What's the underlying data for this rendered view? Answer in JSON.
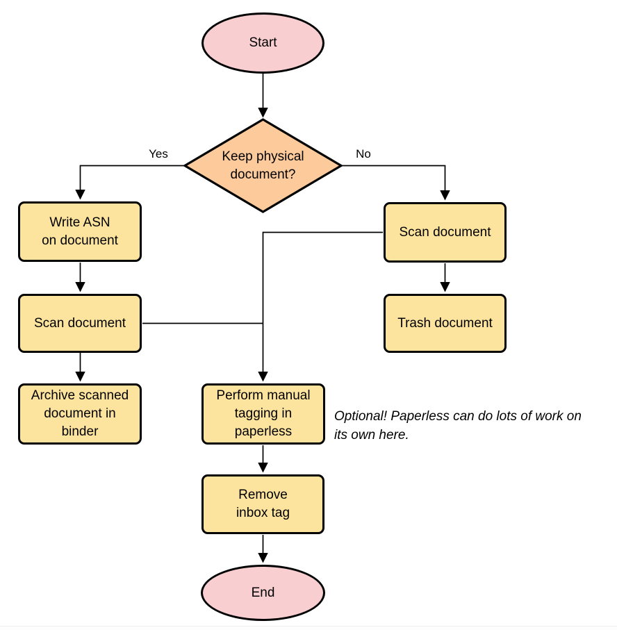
{
  "colors": {
    "terminal_fill": "#f8ced1",
    "decision_fill": "#fdca9b",
    "process_fill": "#fde49e",
    "stroke_color": "#000000",
    "text_color": "#000000"
  },
  "nodes": {
    "start": "Start",
    "decision": "Keep physical\ndocument?",
    "write_asn": "Write ASN\non document",
    "scan_left": "Scan document",
    "archive": "Archive scanned\ndocument in\nbinder",
    "scan_right": "Scan document",
    "trash": "Trash document",
    "tagging": "Perform manual\ntagging in\npaperless",
    "remove_inbox": "Remove\ninbox tag",
    "end": "End"
  },
  "edge_labels": {
    "yes": "Yes",
    "no": "No"
  },
  "note": "Optional! Paperless can do lots of work on\nits own here."
}
